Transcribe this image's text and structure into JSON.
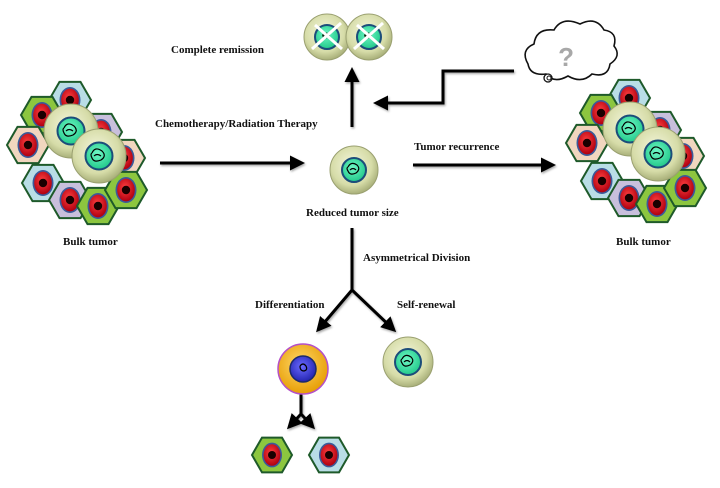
{
  "labels": {
    "complete_remission": "Complete remission",
    "chemo_radiation": "Chemotherapy/Radiation Therapy",
    "tumor_recurrence": "Tumor recurrence",
    "reduced_tumor_size": "Reduced tumor size",
    "bulk_tumor_left": "Bulk tumor",
    "bulk_tumor_right": "Bulk tumor",
    "asymmetrical_division": "Asymmetrical Division",
    "differentiation": "Differentiation",
    "self_renewal": "Self-renewal",
    "question_mark": "?"
  },
  "colors": {
    "hex_green": "#8cc63f",
    "hex_blue": "#b9dde6",
    "hex_purple": "#c8bfdc",
    "hex_peach": "#f1d6bf",
    "hex_border": "#1e5a2a",
    "nucleus_red": "#e0141c",
    "stem_cell_outer": "#d9ddb0",
    "stem_cell_nucleus": "#33e0a0",
    "diff_cell_outer": "#f2b316",
    "diff_cell_nucleus": "#3b3bd6",
    "diff_cell_rim": "#b450c8",
    "arrow": "#000000"
  }
}
